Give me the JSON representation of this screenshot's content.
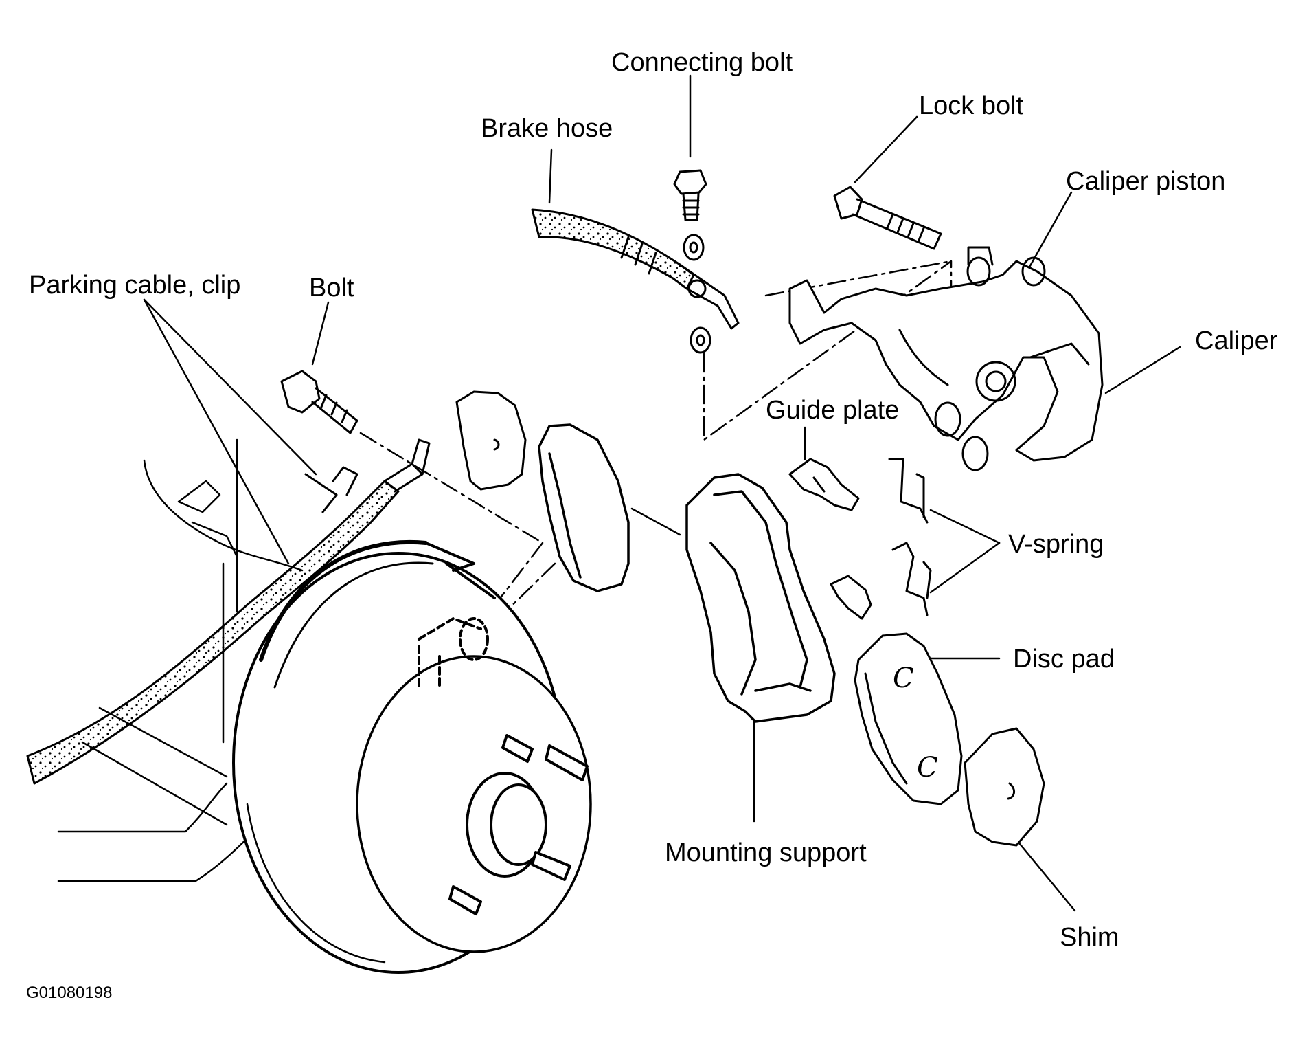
{
  "labels": {
    "connecting_bolt": "Connecting bolt",
    "lock_bolt": "Lock bolt",
    "brake_hose": "Brake hose",
    "caliper_piston": "Caliper piston",
    "parking_cable_clip": "Parking cable, clip",
    "bolt": "Bolt",
    "caliper": "Caliper",
    "guide_plate": "Guide plate",
    "v_spring": "V-spring",
    "disc_pad": "Disc pad",
    "mounting_support": "Mounting support",
    "shim": "Shim"
  },
  "figure_code": "G01080198",
  "colors": {
    "ink": "#000000",
    "background": "#ffffff"
  }
}
